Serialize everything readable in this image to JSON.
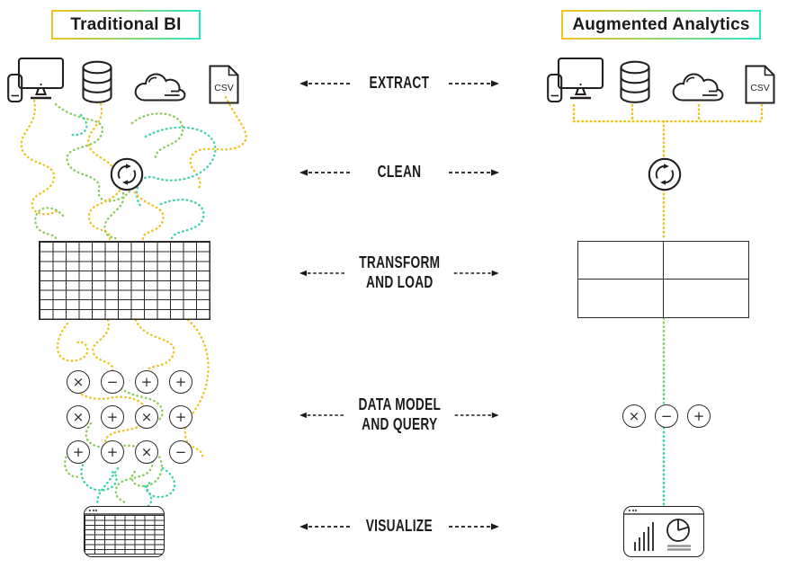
{
  "left_panel": {
    "title": "Traditional BI",
    "source_icons": [
      "desktop-and-phone",
      "database",
      "cloud",
      "csv-file"
    ],
    "csv_label": "CSV",
    "clean_icon": "sync-arrows",
    "operator_rows": [
      [
        "×",
        "−",
        "+",
        "+"
      ],
      [
        "×",
        "+",
        "×",
        "+"
      ],
      [
        "+",
        "+",
        "×",
        "−"
      ]
    ],
    "visualization": "dense-table-window"
  },
  "right_panel": {
    "title": "Augmented Analytics",
    "source_icons": [
      "desktop-and-phone",
      "database",
      "cloud",
      "csv-file"
    ],
    "csv_label": "CSV",
    "clean_icon": "sync-arrows",
    "operators": [
      "×",
      "−",
      "+"
    ],
    "visualization": "bar-and-pie-chart-window"
  },
  "stages": [
    {
      "line1": "EXTRACT",
      "line2": ""
    },
    {
      "line1": "CLEAN",
      "line2": ""
    },
    {
      "line1": "TRANSFORM",
      "line2": "AND LOAD"
    },
    {
      "line1": "DATA MODEL",
      "line2": "AND QUERY"
    },
    {
      "line1": "VISUALIZE",
      "line2": ""
    }
  ],
  "colors": {
    "gold": "#EDC427",
    "green": "#8FCB5F",
    "teal": "#3FD3A5",
    "ink": "#231F20",
    "header_gradient_start": "#F2C31B",
    "header_gradient_end": "#2EE3C3"
  }
}
